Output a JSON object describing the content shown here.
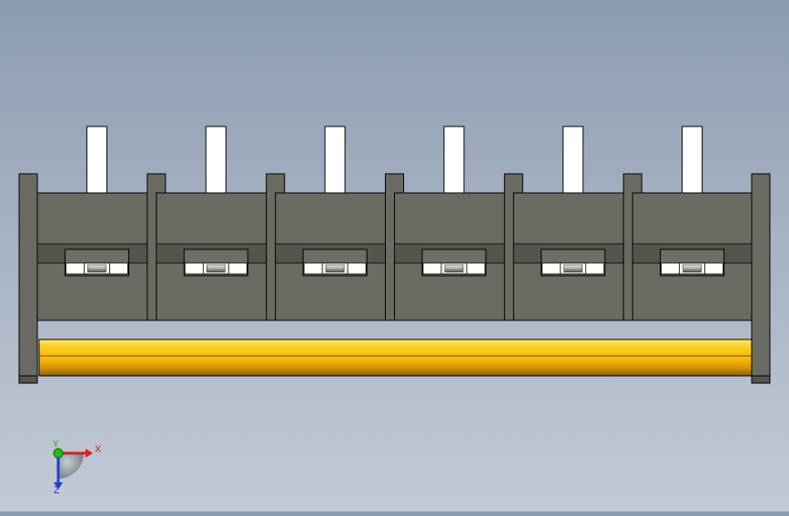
{
  "viewport": {
    "view": "front",
    "background_top": "#8c9cb0",
    "background_bottom": "#c3cad6"
  },
  "model": {
    "type": "terminal-block",
    "module_count": 6,
    "body_color": "#6a6b62",
    "pin_color": "#ffffff",
    "rail_color": "#f7c21a",
    "outline_color": "#000000"
  },
  "axis_triad": {
    "x_label": "X",
    "y_label": "Y",
    "z_label": "Z",
    "x_color": "#d42020",
    "y_color": "#20c020",
    "z_color": "#2040d0"
  }
}
